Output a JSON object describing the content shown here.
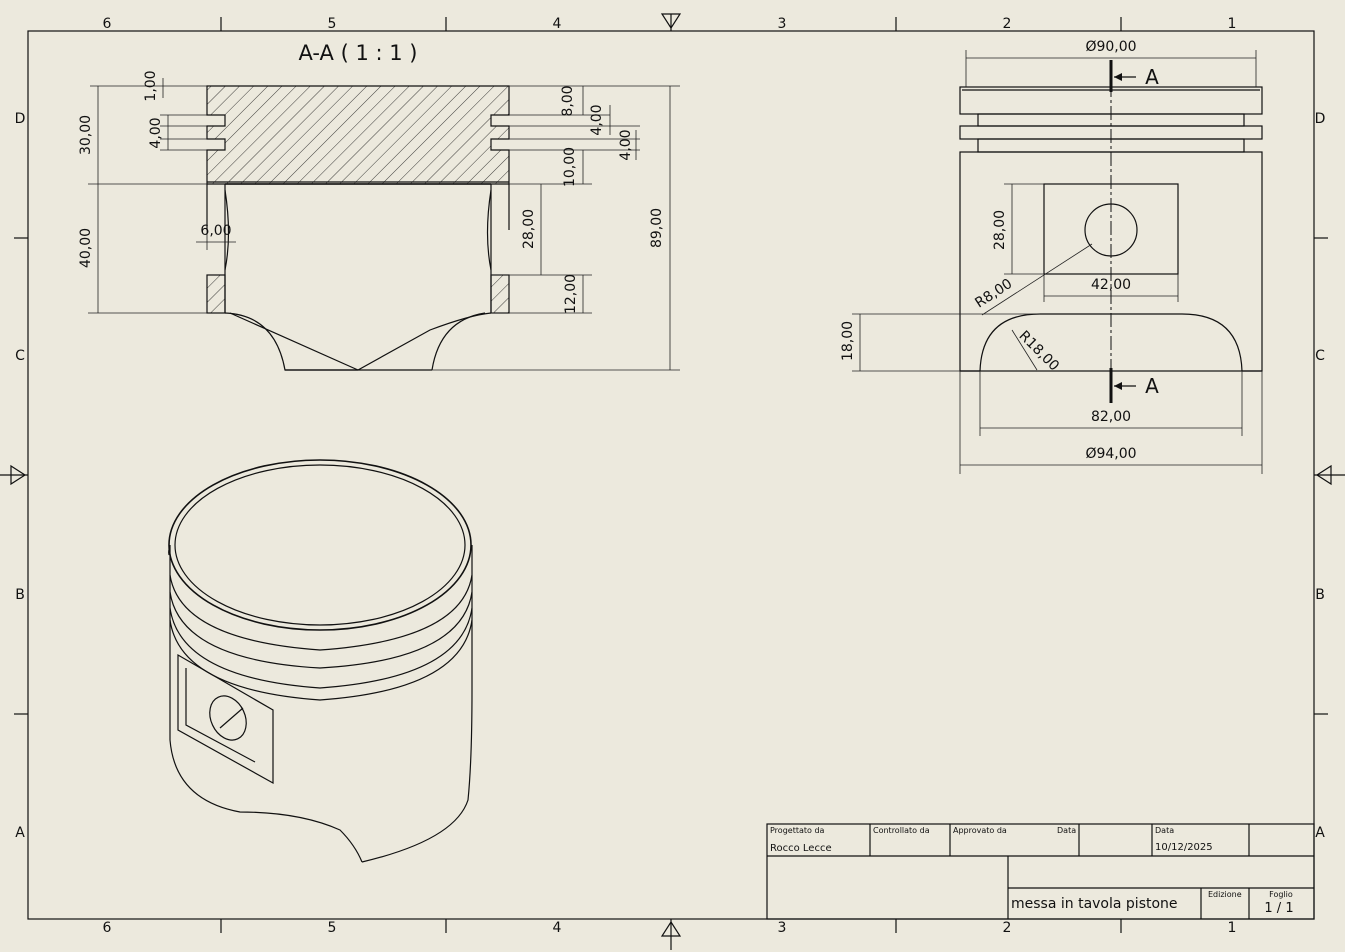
{
  "border": {
    "columns_top": [
      "6",
      "5",
      "4",
      "3",
      "2",
      "1"
    ],
    "rows_side": [
      "D",
      "C",
      "B",
      "A"
    ]
  },
  "section_title": "A-A ( 1 : 1 )",
  "section_dimensions": {
    "d1": "1,00",
    "d30": "30,00",
    "d4_left": "4,00",
    "d40": "40,00",
    "d6": "6,00",
    "d8": "8,00",
    "d4_r1": "4,00",
    "d4_r2": "4,00",
    "d10": "10,00",
    "d28": "28,00",
    "d12": "12,00",
    "d89": "89,00"
  },
  "front_dimensions": {
    "dia90": "Ø90,00",
    "dia94": "Ø94,00",
    "d28": "28,00",
    "d42": "42,00",
    "r8": "R8,00",
    "r18": "R18,00",
    "d18": "18,00",
    "d82": "82,00",
    "cut_label_top": "A",
    "cut_label_bottom": "A"
  },
  "title_block": {
    "designed_by_label": "Progettato da",
    "designed_by": "Rocco Lecce",
    "checked_by_label": "Controllato da",
    "approved_by_label": "Approvato da",
    "date_label_1": "Data",
    "date_label_2": "Data",
    "date": "10/12/2025",
    "title": "messa in tavola pistone",
    "edition_label": "Edizione",
    "sheet_label": "Foglio",
    "sheet": "1 / 1"
  }
}
